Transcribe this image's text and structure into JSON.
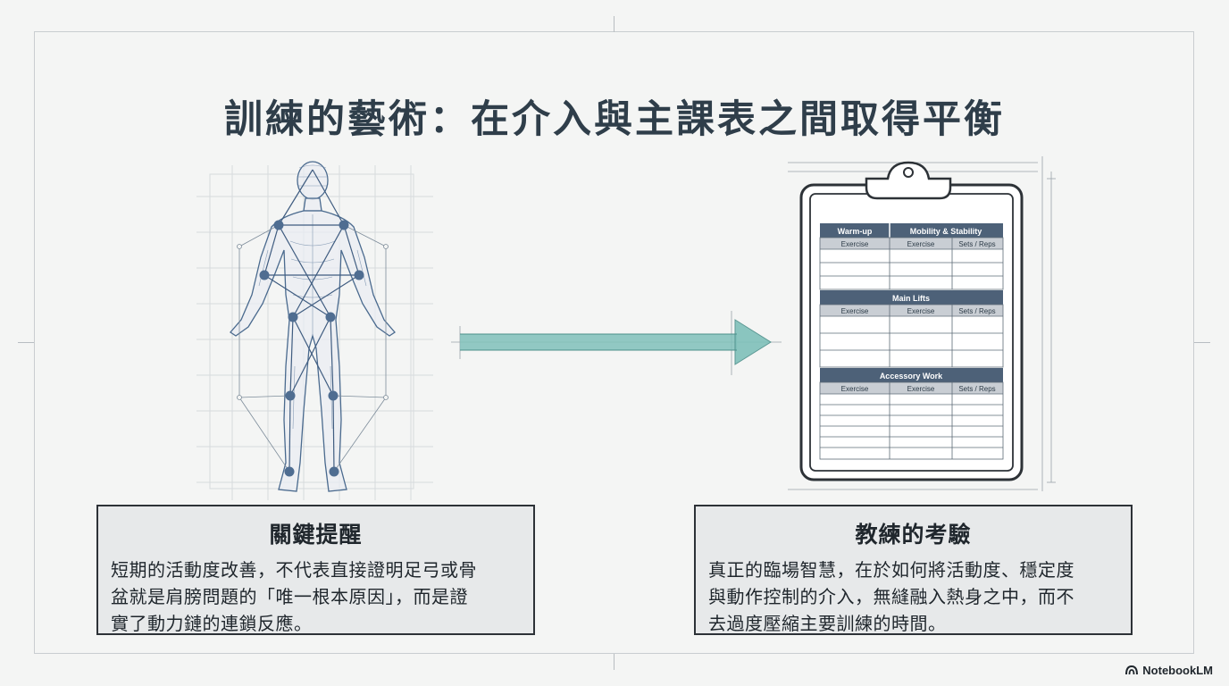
{
  "slide": {
    "title": "訓練的藝術：在介入與主課表之間取得平衡"
  },
  "left_card": {
    "title": "關鍵提醒",
    "lines": [
      "短期的活動度改善，不代表直接證明足弓或骨",
      "盆就是肩膀問題的「唯一根本原因」，而是證",
      "實了動力鏈的連鎖反應。"
    ]
  },
  "right_card": {
    "title": "教練的考驗",
    "lines": [
      "真正的臨場智慧，在於如何將活動度、穩定度",
      "與動作控制的介入，無縫融入熱身之中，而不",
      "去過度壓縮主要訓練的時間。"
    ]
  },
  "clipboard": {
    "sections": [
      {
        "headers": [
          "Warm-up",
          "Mobility & Stability"
        ],
        "columns": [
          "Exercise",
          "Exercise",
          "Sets / Reps"
        ]
      },
      {
        "headers": [
          "Main Lifts"
        ],
        "columns": [
          "Exercise",
          "Exercise",
          "Sets / Reps"
        ]
      },
      {
        "headers": [
          "Accessory Work"
        ],
        "columns": [
          "Exercise",
          "Exercise",
          "Sets / Reps"
        ]
      }
    ]
  },
  "brand": {
    "name": "NotebookLM"
  },
  "colors": {
    "title": "#2f3e4a",
    "figure_line": "#4a6a8e",
    "arrow_teal": "#6fb7b1",
    "table_header": "#4d6178",
    "card_bg": "#e7e9ea"
  }
}
